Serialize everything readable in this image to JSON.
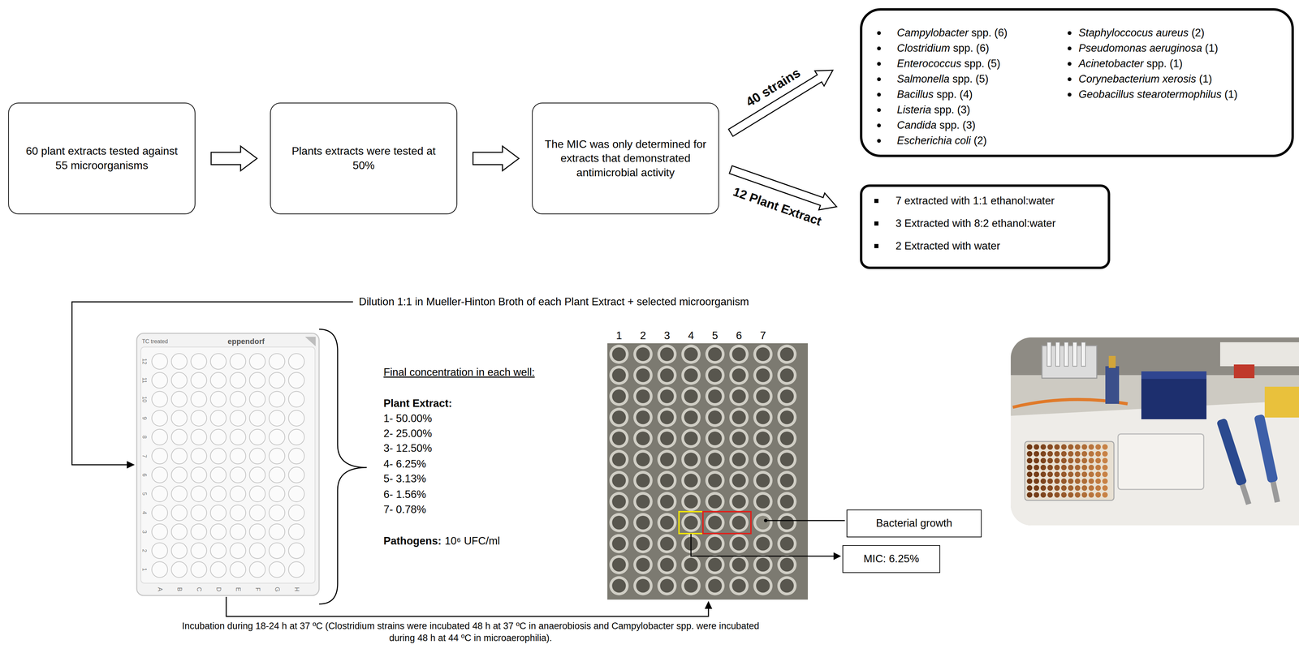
{
  "diagram": {
    "nodes": [
      {
        "text": [
          "60 plant extracts tested against 55 microorganisms"
        ]
      },
      {
        "text": [
          "Plants extracts were tested at 50%"
        ]
      },
      {
        "text": [
          "The MIC was only determined for extracts that demonstrated antimicrobial activity"
        ]
      },
      {
        "text": [
          "Campylobacter spp. (6)",
          "Clostridium spp. (6)",
          "Enterococcus spp. (5)",
          "Salmonella spp. (5)",
          "Bacillus spp. (4)",
          "Listeria spp. (3)",
          "Candida spp. (3)",
          "Escherichia coli (2)",
          "Staphyloccocus aureus (2)",
          "Pseudomonas aeruginosa (1)",
          "Acinetobacter spp. (1)",
          "Corynebacterium xerosis (1)",
          "Geobacillus stearotermophilus (1)"
        ]
      },
      {
        "text": [
          "7 extracted with 1:1 ethanol:water",
          "3 Extracted with 8:2 ethanol:water",
          "2 Extracted with water"
        ]
      },
      {
        "text": [
          "Bacterial growth"
        ]
      },
      {
        "text": [
          "MIC: 6.25%"
        ]
      }
    ],
    "edges": [
      {
        "from": 0,
        "to": 1,
        "arrow": "to"
      },
      {
        "from": 1,
        "to": 2,
        "arrow": "to"
      },
      {
        "from": 2,
        "to": 3,
        "label": "40 strains",
        "arrow": "to"
      },
      {
        "from": 2,
        "to": 4,
        "label": "12 Plant Extract",
        "arrow": "to"
      }
    ],
    "labels": [
      "Dilution 1:1 in Mueller-Hinton Broth of each Plant Extract + selected microorganism",
      "TC treated",
      "eppendorf",
      "12",
      "11",
      "10",
      "9",
      "8",
      "7",
      "6",
      "5",
      "4",
      "3",
      "2",
      "1",
      "A",
      "B",
      "C",
      "D",
      "E",
      "F",
      "G",
      "H",
      "Final concentration in each well:",
      "Plant Extract:",
      "1- 50.00%",
      "2- 25.00%",
      "3- 12.50%",
      "4- 6.25%",
      "5- 3.13%",
      "6- 1.56%",
      "7- 0.78%",
      "Pathogens:",
      "10⁶ UFC/ml",
      "1",
      "2",
      "3",
      "4",
      "5",
      "6",
      "7",
      "Incubation during 18-24 h at 37 ºC (Clostridium strains were incubated 48 h at 37 ºC in anaerobiosis and Campylobacter spp. were incubated during 48 h at 44 ºC in microaerophilia)."
    ]
  }
}
